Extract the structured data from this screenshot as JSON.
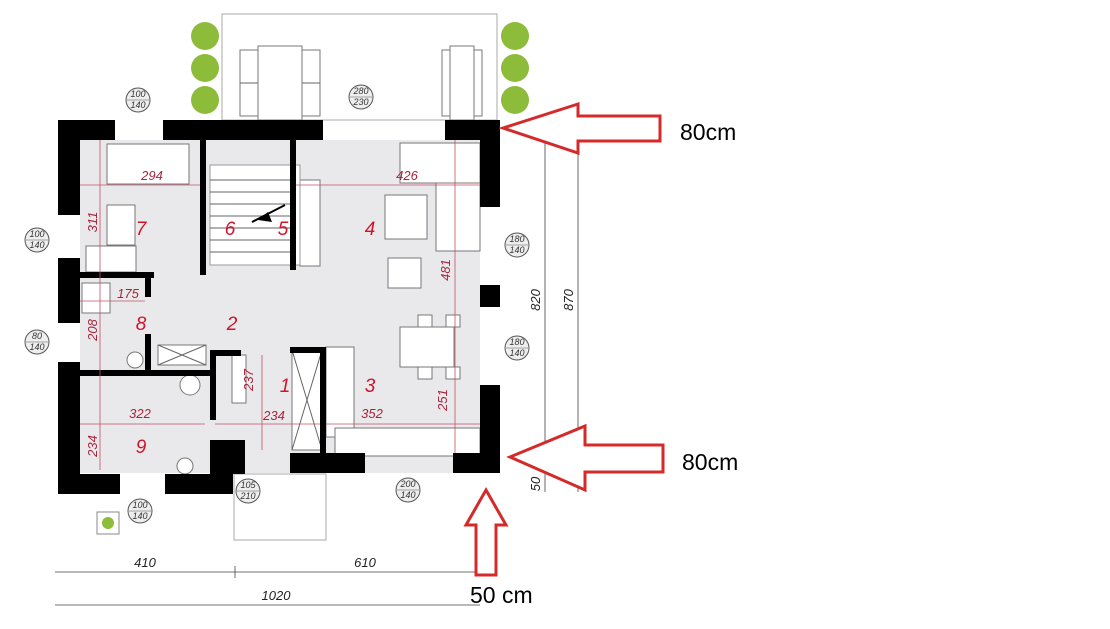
{
  "plan": {
    "rooms": [
      {
        "id": "1",
        "label": "1"
      },
      {
        "id": "2",
        "label": "2"
      },
      {
        "id": "3",
        "label": "3"
      },
      {
        "id": "4",
        "label": "4"
      },
      {
        "id": "5",
        "label": "5"
      },
      {
        "id": "6",
        "label": "6"
      },
      {
        "id": "7",
        "label": "7"
      },
      {
        "id": "8",
        "label": "8"
      },
      {
        "id": "9",
        "label": "9"
      }
    ],
    "dimensions": [
      "294",
      "426",
      "311",
      "481",
      "175",
      "208",
      "237",
      "234",
      "322",
      "352",
      "251",
      "234"
    ],
    "window_tags": [
      {
        "w": "100",
        "h": "140"
      },
      {
        "w": "100",
        "h": "140"
      },
      {
        "w": "80",
        "h": "140"
      },
      {
        "w": "280",
        "h": "230"
      },
      {
        "w": "180",
        "h": "140"
      },
      {
        "w": "180",
        "h": "140"
      },
      {
        "w": "105",
        "h": "210"
      },
      {
        "w": "200",
        "h": "140"
      },
      {
        "w": "100",
        "h": "140"
      }
    ],
    "outer_dimensions": {
      "right_inner": "820",
      "right_total": "870",
      "right_bottom": "50",
      "bottom_left": "410",
      "bottom_right": "610",
      "bottom_total": "1020"
    }
  },
  "annotations": {
    "top_arrow_label": "80cm",
    "bottom_arrow_label": "80cm",
    "up_arrow_label": "50 cm",
    "color": "#d42a2a"
  }
}
